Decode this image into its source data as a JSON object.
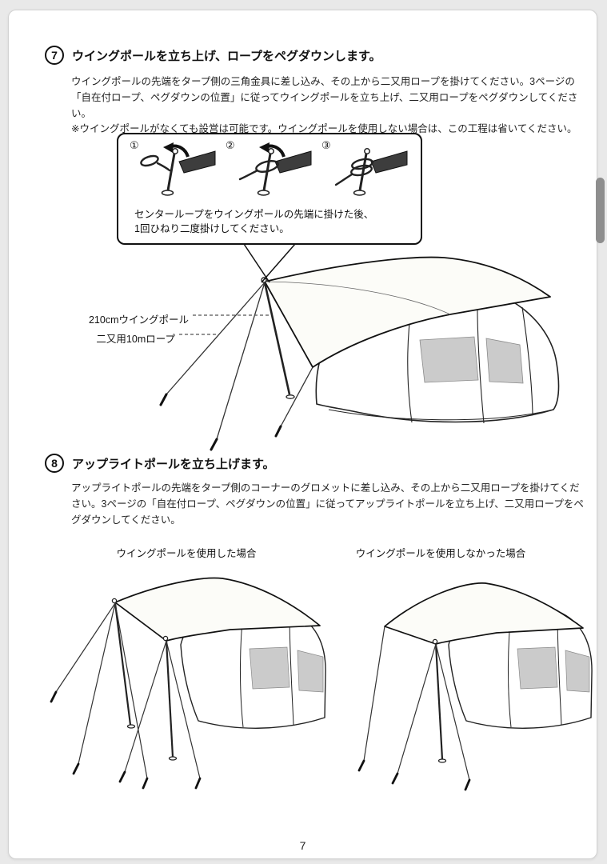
{
  "page": {
    "number": "7"
  },
  "colors": {
    "page_background": "#ffffff",
    "outer_background": "#e9e9e9",
    "line_art": "#222222",
    "tent_window_gray": "#cbcbcb",
    "tarp_corner_dark": "#3d3d3d"
  },
  "step7": {
    "number": "7",
    "title": "ウイングポールを立ち上げ、ロープをペグダウンします。",
    "body": [
      "ウイングポールの先端をタープ側の三角金具に差し込み、その上から二又用ロープを掛けてください。3ページの「自在付ロープ、ペグダウンの位置」に従ってウイングポールを立ち上げ、二又用ロープをペグダウンしてください。",
      "※ウイングポールがなくても設営は可能です。ウイングポールを使用しない場合は、この工程は省いてください。"
    ],
    "callout": {
      "steps": [
        "①",
        "②",
        "③"
      ],
      "text": [
        "センターループをウイングポールの先端に掛けた後、",
        "1回ひねり二度掛けしてください。"
      ]
    },
    "labels": {
      "wing_pole": "210cmウイングポール",
      "rope": "二又用10mロープ"
    }
  },
  "step8": {
    "number": "8",
    "title": "アップライトポールを立ち上げます。",
    "body": [
      "アップライトポールの先端をタープ側のコーナーのグロメットに差し込み、その上から二又用ロープを掛けてください。3ページの「自在付ロープ、ペグダウンの位置」に従ってアップライトポールを立ち上げ、二又用ロープをペグダウンしてください。"
    ],
    "captions": {
      "with_wing_pole": "ウイングポールを使用した場合",
      "without_wing_pole": "ウイングポールを使用しなかった場合"
    }
  }
}
